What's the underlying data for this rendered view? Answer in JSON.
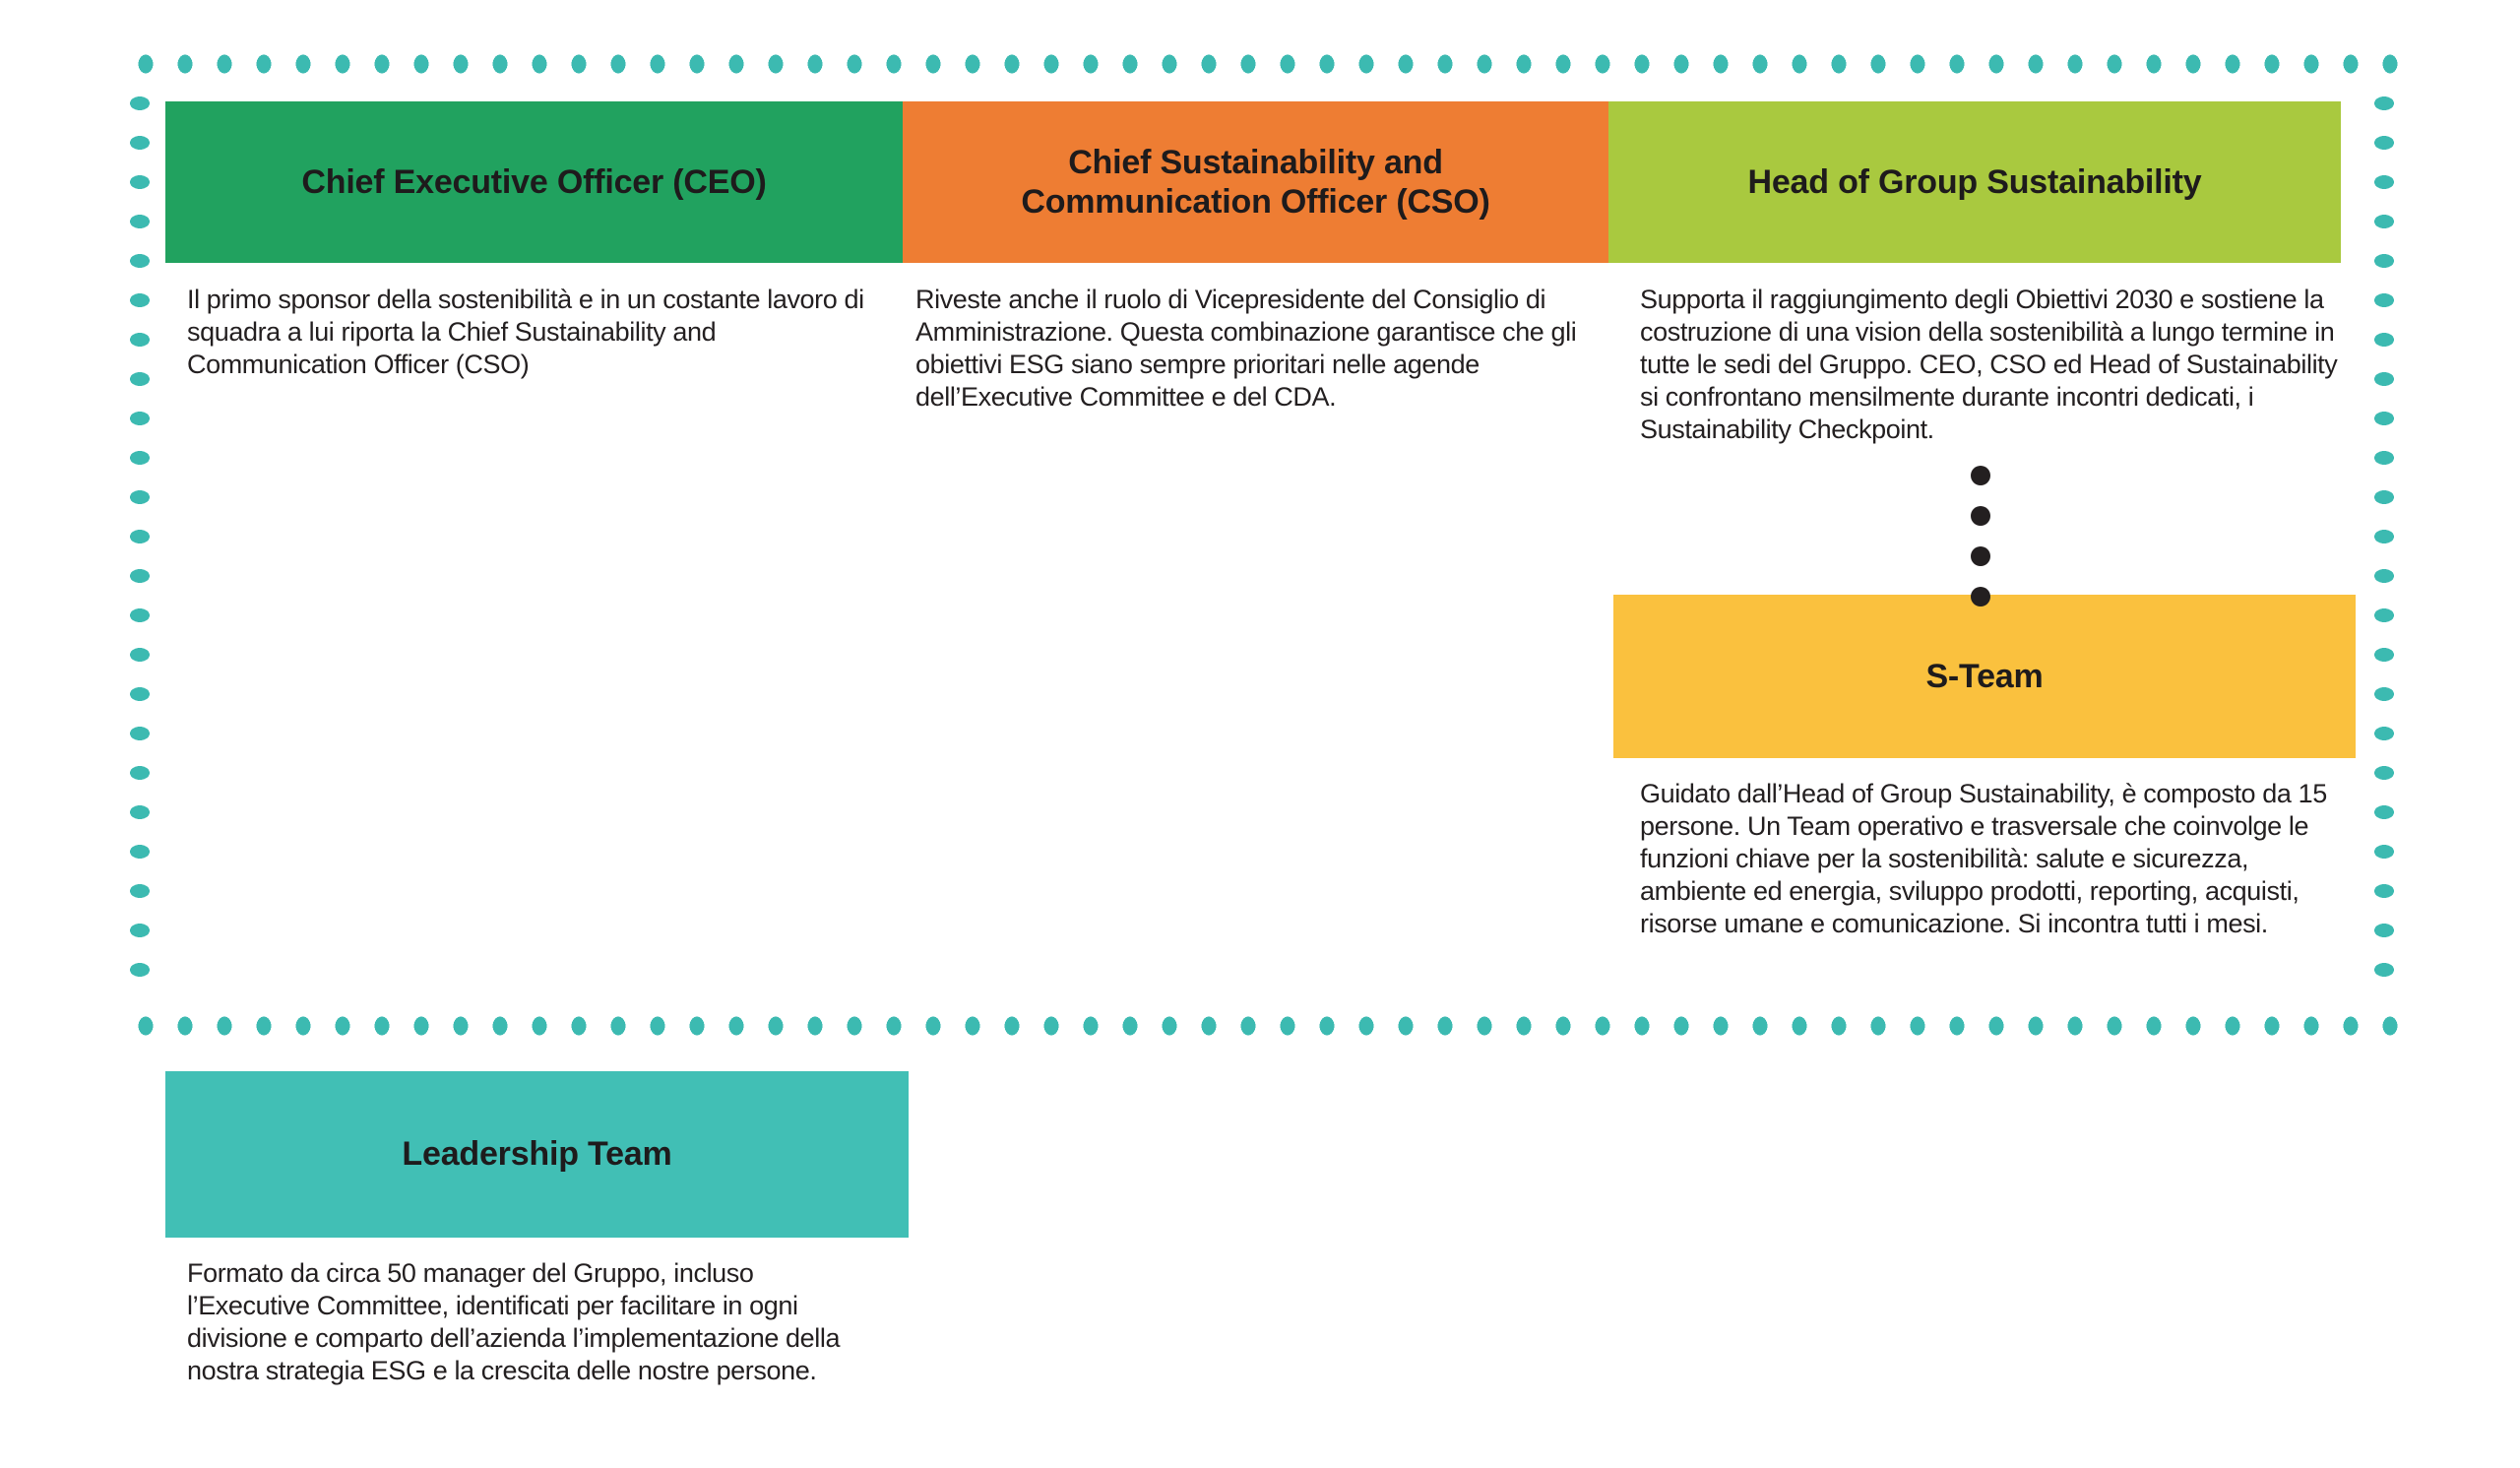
{
  "diagram": {
    "columns": [
      {
        "id": "ceo",
        "title": "Chief Executive Officer (CEO)",
        "color": "#21A25F",
        "description": "Il primo sponsor della sostenibilità e in un costante lavoro di squadra a lui riporta la Chief Sustainability and Communication Officer (CSO)"
      },
      {
        "id": "cso",
        "title": "Chief Sustainability and Communication Officer (CSO)",
        "color": "#EE7D33",
        "description": "Riveste anche il ruolo di Vicepresidente del Consiglio di Amministrazione. Questa combinazione garantisce che gli obiettivi ESG siano sempre prioritari nelle agende dell’Executive Committee e del CDA."
      },
      {
        "id": "head_of_group_sustainability",
        "title": "Head of Group Sustainability",
        "color": "#A9C93F",
        "description": "Supporta il raggiungimento degli Obiettivi 2030 e sostiene la costruzione di una vision della sostenibilità a lungo termine in tutte le sedi del Gruppo. CEO, CSO ed Head of Sustainability si confrontano mensilmente durante incontri dedicati, i Sustainability Checkpoint."
      }
    ],
    "s_team": {
      "title": "S-Team",
      "color": "#FAC13E",
      "description": "Guidato dall’Head of Group Sustainability, è composto da 15 persone. Un Team operativo e trasversale che coinvolge le funzioni chiave per la sostenibilità: salute e sicurezza, ambiente ed energia, sviluppo prodotti, reporting, acquisti, risorse umane e comunicazione. Si incontra tutti i mesi."
    },
    "leadership_team": {
      "title": "Leadership Team",
      "color": "#41BFB5",
      "description": "Formato da circa 50 manager del Gruppo, incluso l’Executive Committee, identificati per facilitare in ogni divisione e comparto dell’azienda l’implementazione della nostra strategia ESG e la crescita delle nostre persone."
    },
    "style": {
      "border_dot_color": "#3CBAB1",
      "connector_dot_color": "#231F20",
      "text_color": "#231F20"
    }
  }
}
